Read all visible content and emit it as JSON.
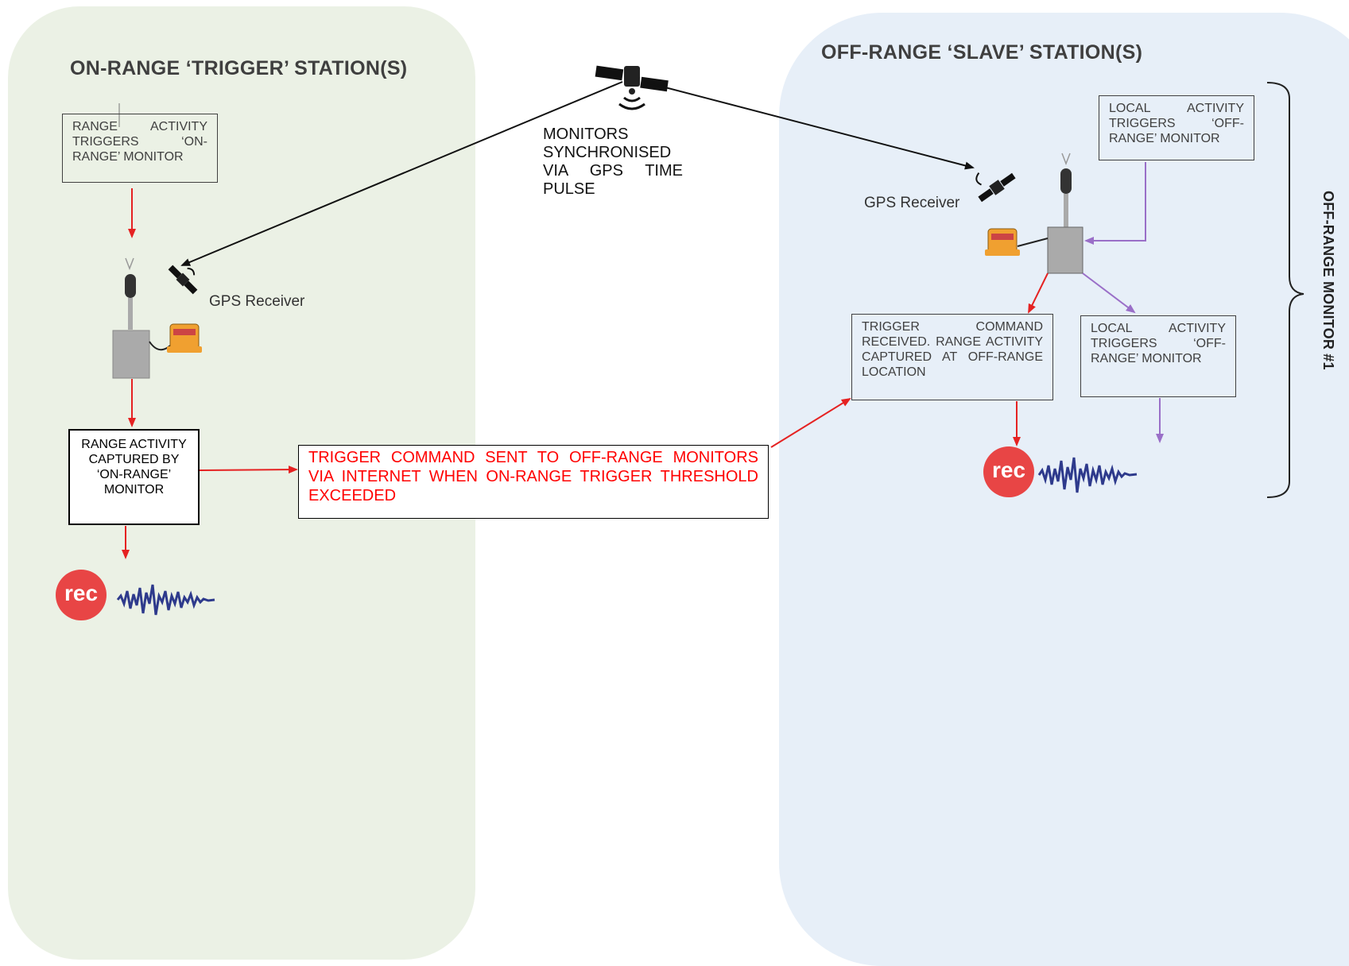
{
  "panels": {
    "left_title": "ON-RANGE ‘TRIGGER’ STATION(S)",
    "right_title": "OFF-RANGE ‘SLAVE’ STATION(S)"
  },
  "satellite": {
    "text": "MONITORS SYNCHRONISED VIA GPS TIME PULSE"
  },
  "left": {
    "range_activity_triggers": "RANGE ACTIVITY TRIGGERS ‘ON-RANGE’ MONITOR",
    "gps_receiver": "GPS Receiver",
    "range_activity_captured": "RANGE ACTIVITY CAPTURED BY ‘ON-RANGE’ MONITOR",
    "rec_label": "rec"
  },
  "trigger_command": "TRIGGER COMMAND SENT TO OFF-RANGE MONITORS VIA INTERNET WHEN ON-RANGE TRIGGER THRESHOLD EXCEEDED",
  "right": {
    "local_activity_top": "LOCAL ACTIVITY TRIGGERS ‘OFF-RANGE’ MONITOR",
    "gps_receiver": "GPS Receiver",
    "trigger_received": "TRIGGER COMMAND RECEIVED. RANGE ACTIVITY CAPTURED AT OFF-RANGE LOCATION",
    "local_activity_mid": "LOCAL ACTIVITY TRIGGERS ‘OFF-RANGE’ MONITOR",
    "rec_label": "rec",
    "bracket_label": "OFF-RANGE MONITOR #1"
  },
  "colors": {
    "left_panel": "#ebf1e5",
    "right_panel": "#e7eff8",
    "red_arrow": "#e52222",
    "purple_arrow": "#9a6fc8",
    "waveform": "#2e3a8c",
    "rec": "#e84545"
  }
}
